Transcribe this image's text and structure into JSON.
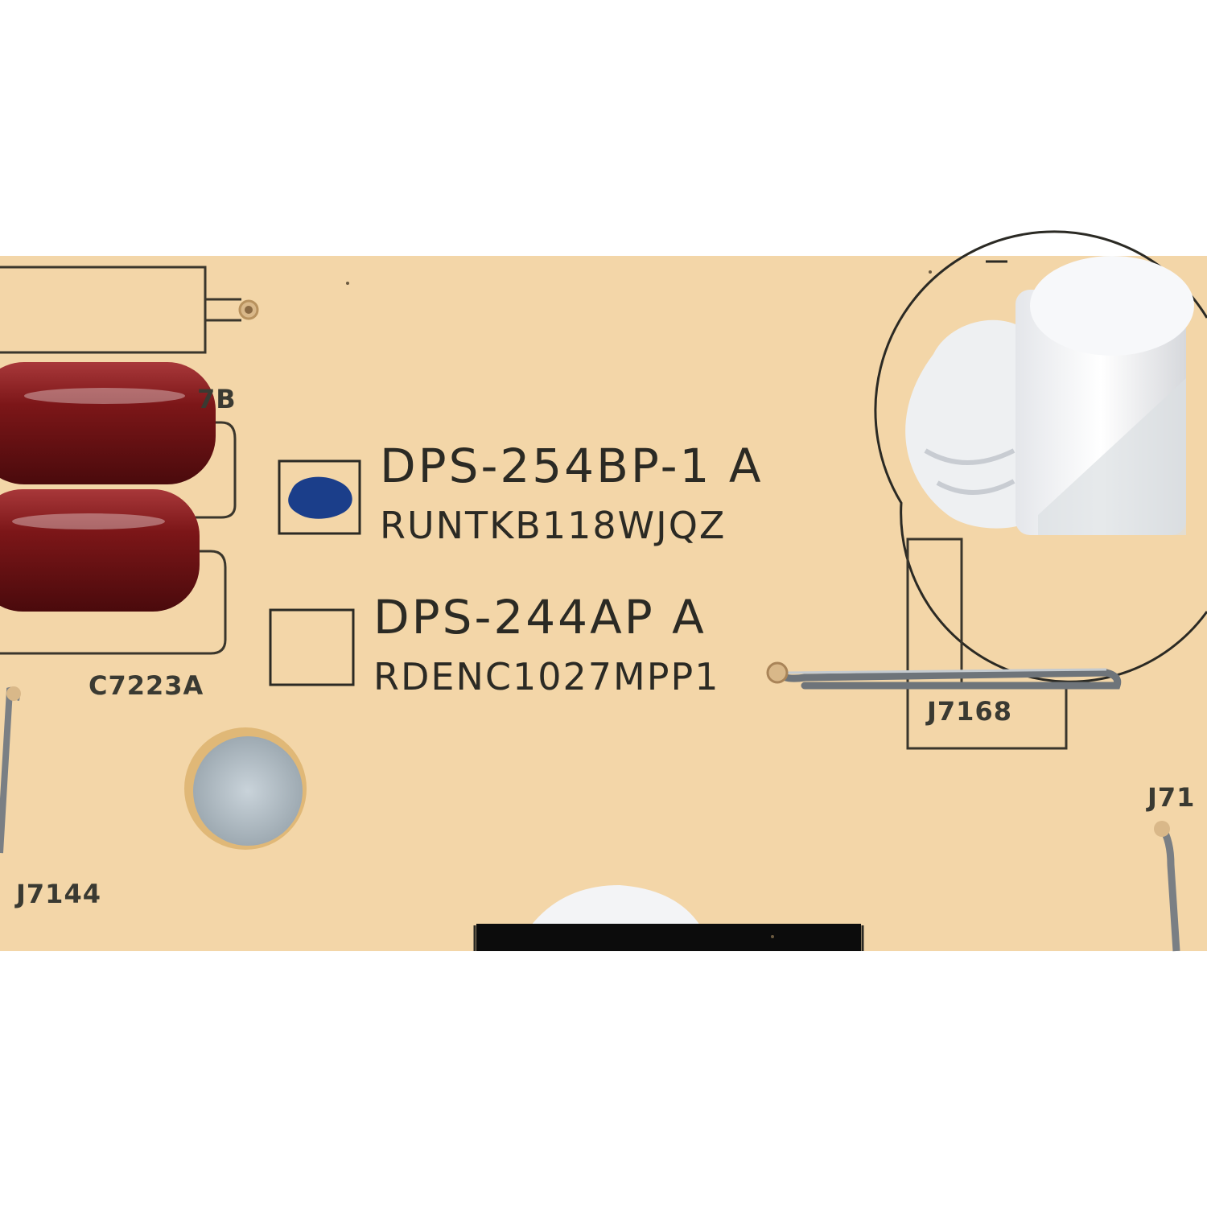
{
  "board": {
    "background_color": "#f3d6a8",
    "silkscreen_color": "#2b2a24",
    "capacitor_color": "#7c1618"
  },
  "model_options": [
    {
      "model": "DPS-254BP-1 A",
      "part_number": "RUNTKB118WJQZ",
      "checked": true
    },
    {
      "model": "DPS-244AP A",
      "part_number": "RDENC1027MPP1",
      "checked": false
    }
  ],
  "reference_labels": {
    "capacitor": "C7223A",
    "capacitor_partial": "7B",
    "jumper_a": "J7168",
    "jumper_b": "J7144",
    "jumper_c": "J71"
  }
}
